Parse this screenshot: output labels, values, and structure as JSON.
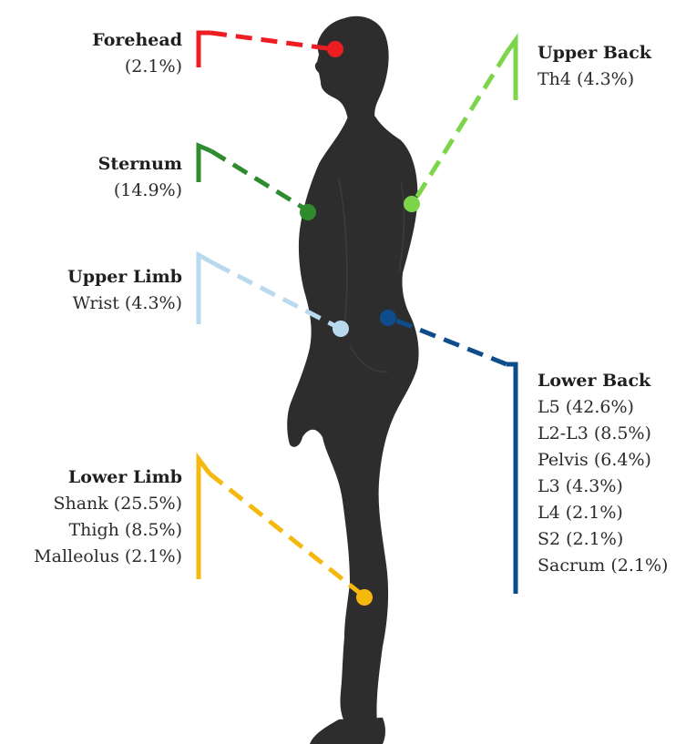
{
  "colors": {
    "forehead": "#ee1d23",
    "sternum": "#2e8b2e",
    "upper_back": "#7dd54a",
    "upper_limb": "#b9d9ef",
    "lower_back": "#0e4c8c",
    "lower_limb": "#f5b80f",
    "silhouette": "#2d2d2d"
  },
  "regions": {
    "forehead": {
      "title": "Forehead",
      "items": [
        "(2.1%)"
      ]
    },
    "sternum": {
      "title": "Sternum",
      "items": [
        "(14.9%)"
      ]
    },
    "upper_limb": {
      "title": "Upper Limb",
      "items": [
        "Wrist (4.3%)"
      ]
    },
    "lower_limb": {
      "title": "Lower Limb",
      "items": [
        "Shank (25.5%)",
        "Thigh (8.5%)",
        "Malleolus (2.1%)"
      ]
    },
    "upper_back": {
      "title": "Upper Back",
      "items": [
        "Th4 (4.3%)"
      ]
    },
    "lower_back": {
      "title": "Lower Back",
      "items": [
        "L5 (42.6%)",
        "L2-L3 (8.5%)",
        "Pelvis (6.4%)",
        "L3 (4.3%)",
        "L4 (2.1%)",
        "S2 (2.1%)",
        "Sacrum (2.1%)"
      ]
    }
  }
}
